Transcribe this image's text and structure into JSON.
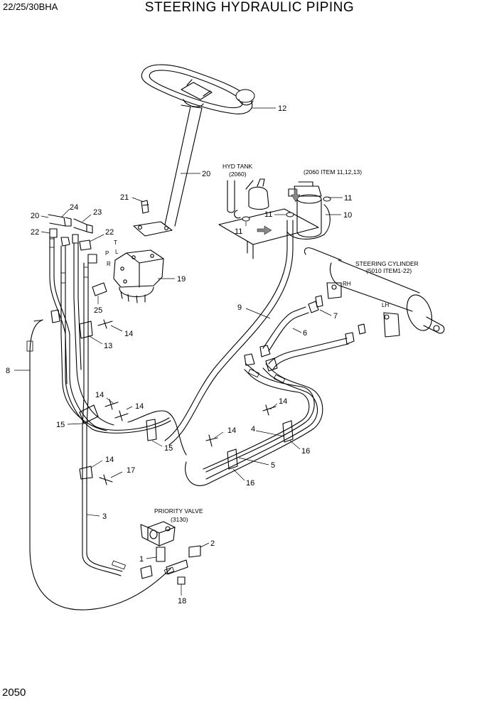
{
  "header": {
    "model": "22/25/30BHA",
    "title": "STEERING HYDRAULIC PIPING"
  },
  "footer": {
    "page_number": "2050"
  },
  "captions": {
    "hyd_tank_line1": "HYD TANK",
    "hyd_tank_line2": "(2060)",
    "filter_ref": "(2060 ITEM 11,12,13)",
    "steering_cylinder_line1": "STEERING CYLINDER",
    "steering_cylinder_line2": "(5010 ITEM1-22)",
    "priority_valve_line1": "PRIORITY VALVE",
    "priority_valve_line2": "(3130)",
    "rh": "RH",
    "lh": "LH"
  },
  "ports": {
    "t": "T",
    "l": "L",
    "p": "P",
    "r": "R"
  },
  "callouts": {
    "n12": "12",
    "n20_column": "20",
    "n21": "21",
    "n19": "19",
    "n24": "24",
    "n23": "23",
    "n20_left": "20",
    "n22_left": "22",
    "n22_mid": "22",
    "n25": "25",
    "n14_a": "14",
    "n13": "13",
    "n8": "8",
    "n14_b": "14",
    "n14_c": "14",
    "n15_left": "15",
    "n15_mid": "15",
    "n14_d": "14",
    "n17": "17",
    "n3": "3",
    "n11_top": "11",
    "n11_mid": "11",
    "n11_low": "11",
    "n10": "10",
    "n9": "9",
    "n7": "7",
    "n6": "6",
    "n14_e": "14",
    "n4": "4",
    "n16_right": "16",
    "n14_f": "14",
    "n5": "5",
    "n16_low": "16",
    "n1": "1",
    "n2": "2",
    "n18": "18"
  }
}
